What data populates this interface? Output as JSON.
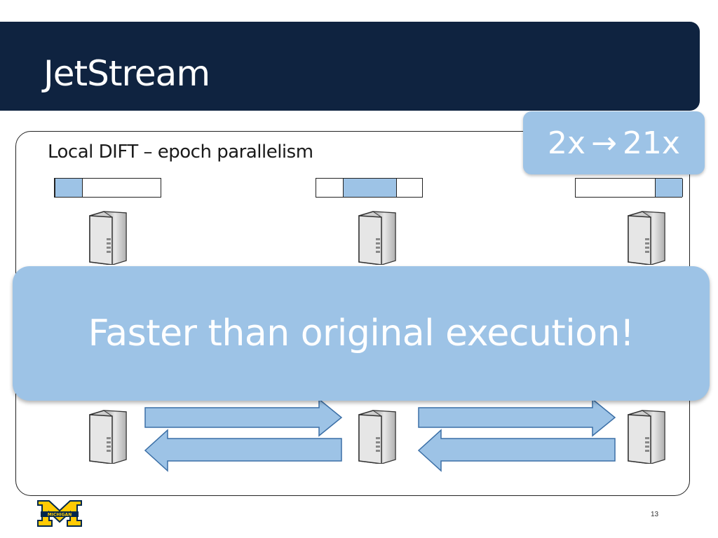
{
  "slide": {
    "title": "JetStream",
    "subtitle": "Local DIFT – epoch parallelism",
    "badge": {
      "from": "2x",
      "arrow": "→",
      "to": "21x"
    },
    "callout": "Faster than original execution!",
    "page_number": "13",
    "logo_text": "MICHIGAN"
  },
  "epochs": [
    {
      "segment_start": 0.0,
      "segment_end": 0.26
    },
    {
      "segment_start": 0.25,
      "segment_end": 0.75
    },
    {
      "segment_start": 0.74,
      "segment_end": 1.0
    }
  ],
  "colors": {
    "header": "#0f2340",
    "accent": "#9dc3e6",
    "logo_blue": "#00274c",
    "logo_maize": "#ffcb05"
  },
  "icons": [
    "server-icon",
    "right-arrow-icon",
    "left-arrow-icon",
    "michigan-logo-icon"
  ]
}
